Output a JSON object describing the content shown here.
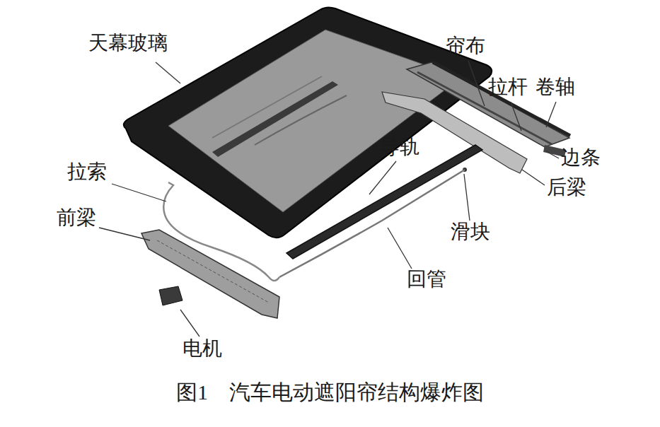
{
  "diagram": {
    "caption": "图1    汽车电动遮阳帘结构爆炸图",
    "labels": [
      "天幕玻璃",
      "帘布",
      "拉杆",
      "卷轴",
      "边条",
      "后梁",
      "导轨",
      "滑块",
      "拉索",
      "前梁",
      "回管",
      "电机"
    ]
  }
}
